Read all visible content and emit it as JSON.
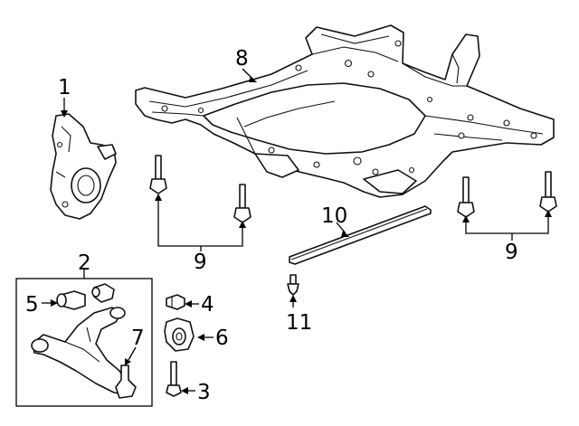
{
  "callouts": {
    "c1": "1",
    "c2": "2",
    "c3": "3",
    "c4": "4",
    "c5": "5",
    "c6": "6",
    "c7": "7",
    "c8": "8",
    "c9_left": "9",
    "c9_right": "9",
    "c10": "10",
    "c11": "11"
  }
}
